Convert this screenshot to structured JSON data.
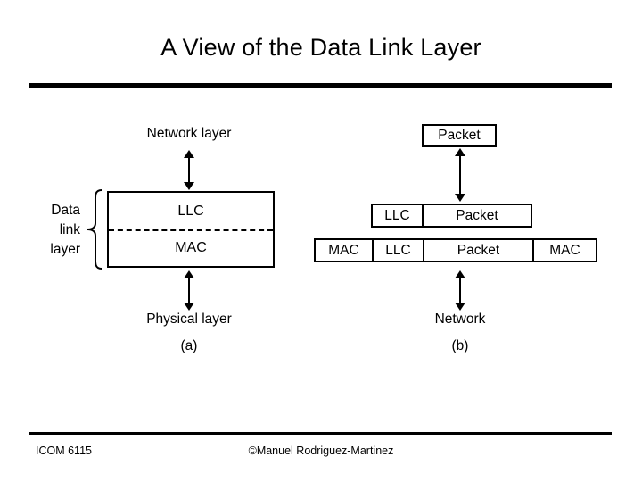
{
  "slide": {
    "title": "A View of the Data Link Layer"
  },
  "diagram_a": {
    "caption": "(a)",
    "top_label": "Network layer",
    "bottom_label": "Physical layer",
    "brace_label_lines": [
      "Data",
      "link",
      "layer"
    ],
    "brace_label": "Data link layer",
    "stack": {
      "upper": "LLC",
      "lower": "MAC"
    }
  },
  "diagram_b": {
    "caption": "(b)",
    "top_box": "Packet",
    "bottom_label": "Network",
    "llc_row": [
      {
        "text": "LLC",
        "width": 57
      },
      {
        "text": "Packet",
        "width": 120
      }
    ],
    "mac_row": [
      {
        "text": "MAC",
        "width": 65
      },
      {
        "text": "LLC",
        "width": 57
      },
      {
        "text": "Packet",
        "width": 123
      },
      {
        "text": "MAC",
        "width": 69
      }
    ]
  },
  "footer": {
    "course": "ICOM 6115",
    "copyright": "©Manuel Rodriguez-Martinez"
  },
  "colors": {
    "ink": "#000000",
    "page": "#ffffff"
  }
}
